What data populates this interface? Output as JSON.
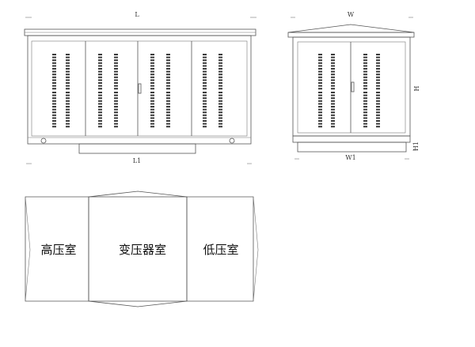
{
  "front_view": {
    "dim_length": "L",
    "dim_base_length": "L1",
    "panel_count": 4
  },
  "side_view": {
    "dim_width": "W",
    "dim_base_width": "W1",
    "dim_height": "H",
    "dim_base_height": "H1",
    "panel_count": 2
  },
  "plan_view": {
    "rooms": [
      {
        "label": "高压室"
      },
      {
        "label": "变压器室"
      },
      {
        "label": "低压室"
      }
    ]
  },
  "colors": {
    "line": "#555555",
    "slot": "#3a3a3a",
    "background": "#ffffff"
  }
}
